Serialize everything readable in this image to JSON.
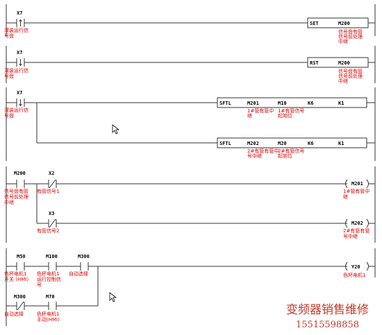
{
  "networks": [
    {
      "contacts": [
        {
          "device": "X7",
          "type": "rising",
          "comment": [
            "灌装运行信",
            "号盘"
          ]
        }
      ],
      "instructions": [
        {
          "name": "SET",
          "operands": [
            {
              "device": "M200",
              "comment": [
                "信号盘有管",
                "信号前处理",
                "中继"
              ]
            }
          ]
        }
      ]
    },
    {
      "contacts": [
        {
          "device": "X7",
          "type": "falling",
          "comment": [
            "灌装运行信",
            "号盘"
          ]
        }
      ],
      "instructions": [
        {
          "name": "RST",
          "operands": [
            {
              "device": "M200",
              "comment": [
                "信号盘有管",
                "信号前处理",
                "中继"
              ]
            }
          ]
        }
      ]
    },
    {
      "contacts": [
        {
          "device": "X7",
          "type": "falling",
          "comment": [
            "灌装运行信",
            "号盘"
          ]
        }
      ],
      "instructions": [
        {
          "name": "SFTL",
          "operands": [
            {
              "device": "M201",
              "comment": [
                "1#管有管中",
                "继"
              ]
            },
            {
              "device": "M10",
              "comment": [
                "1#有管信号",
                "起始位"
              ]
            },
            {
              "device": "K6",
              "comment": []
            },
            {
              "device": "K1",
              "comment": []
            }
          ]
        },
        {
          "name": "SFTL",
          "operands": [
            {
              "device": "M202",
              "comment": [
                "2#有管有管中",
                "号中继"
              ]
            },
            {
              "device": "M20",
              "comment": [
                "2#有管信号",
                "起始位"
              ]
            },
            {
              "device": "K6",
              "comment": []
            },
            {
              "device": "K1",
              "comment": []
            }
          ]
        }
      ]
    },
    {
      "contacts": [
        {
          "device": "M200",
          "type": "no",
          "comment": [
            "信号盘有管",
            "信号前处理",
            "中继"
          ]
        },
        {
          "device": "X2",
          "type": "nc",
          "comment": [
            "有管信号1"
          ]
        },
        {
          "device": "X3",
          "type": "nc",
          "comment": [
            "有管信号2"
          ]
        }
      ],
      "coils": [
        {
          "device": "M201",
          "comment": [
            "1#管有管中",
            "继"
          ]
        },
        {
          "device": "M202",
          "comment": [
            "2#有管有管",
            "号中继"
          ]
        }
      ]
    },
    {
      "contacts": [
        {
          "device": "M50",
          "type": "no",
          "comment": [
            "色杯电机1",
            "开关 (HMI)"
          ]
        },
        {
          "device": "M100",
          "type": "no",
          "comment": [
            "色杯电机1",
            "运行控制信",
            "号"
          ]
        },
        {
          "device": "M300",
          "type": "no",
          "comment": [
            "自动选择"
          ]
        },
        {
          "device": "M300",
          "type": "nc",
          "comment": [
            "自动选择"
          ]
        },
        {
          "device": "M70",
          "type": "no",
          "comment": [
            "色杯电机1",
            "手动(HMI)"
          ]
        }
      ],
      "coils": [
        {
          "device": "Y20",
          "comment": [
            "色杯电机1"
          ]
        }
      ]
    }
  ],
  "watermark": {
    "name": "变频器销售维修",
    "phone": "15515598858"
  },
  "cursor_icon": "mouse-pointer-icon"
}
